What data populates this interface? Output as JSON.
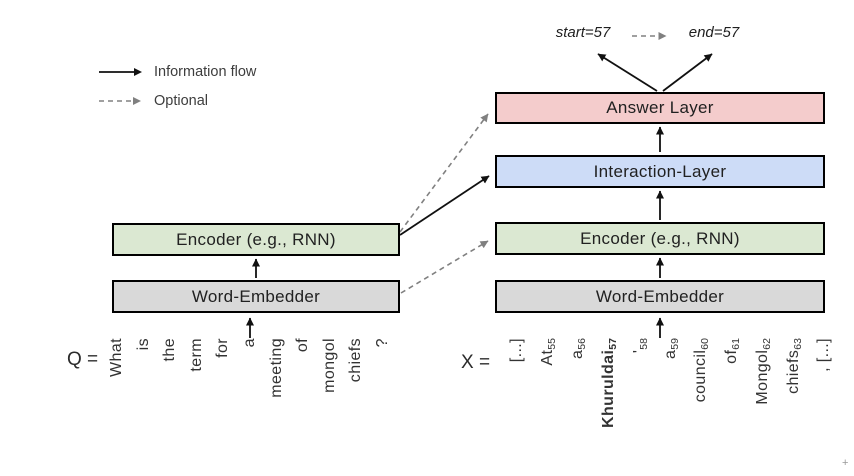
{
  "legend": {
    "information_flow": "Information flow",
    "optional": "Optional"
  },
  "outputs": {
    "start_label": "start=57",
    "end_label": "end=57"
  },
  "layers": {
    "answer": "Answer Layer",
    "interaction": "Interaction-Layer",
    "question_encoder": "Encoder (e.g., RNN)",
    "question_embedder": "Word-Embedder",
    "context_encoder": "Encoder (e.g., RNN)",
    "context_embedder": "Word-Embedder"
  },
  "question": {
    "label": "Q =",
    "tokens": [
      {
        "text": "What"
      },
      {
        "text": "is"
      },
      {
        "text": "the"
      },
      {
        "text": "term"
      },
      {
        "text": "for"
      },
      {
        "text": "a"
      },
      {
        "text": "meeting"
      },
      {
        "text": "of"
      },
      {
        "text": "mongol"
      },
      {
        "text": "chiefs"
      },
      {
        "text": "?"
      }
    ]
  },
  "context": {
    "label": "X =",
    "tokens": [
      {
        "text": "[...]"
      },
      {
        "text": "At",
        "sub": "55"
      },
      {
        "text": "a",
        "sub": "56"
      },
      {
        "text": "Khuruldai",
        "sub": "57"
      },
      {
        "text": "'",
        "sub": "58"
      },
      {
        "text": "a",
        "sub": "59"
      },
      {
        "text": "council",
        "sub": "60"
      },
      {
        "text": "of",
        "sub": "61"
      },
      {
        "text": "Mongol",
        "sub": "62"
      },
      {
        "text": "chiefs",
        "sub": "63"
      },
      {
        "text": ", [...]"
      }
    ]
  },
  "corner_mark": "+",
  "colors": {
    "answer_layer_fill": "#f4cccc",
    "interaction_layer_fill": "#cddcf7",
    "encoder_fill": "#dbe8d2",
    "word_embedder_fill": "#d9d9d9",
    "box_border": "#000000",
    "flow_arrow": "#111111",
    "optional_arrow": "#808080",
    "token_text": "#333333"
  }
}
